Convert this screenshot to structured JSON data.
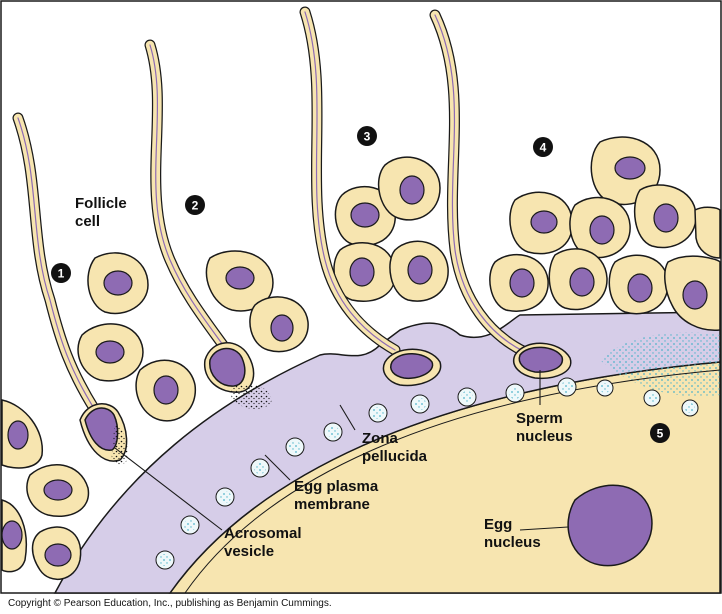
{
  "steps": [
    "1",
    "2",
    "3",
    "4",
    "5"
  ],
  "labels": {
    "follicle_cell": [
      "Follicle",
      "cell"
    ],
    "zona_pellucida": [
      "Zona",
      "pellucida"
    ],
    "egg_plasma_membrane": [
      "Egg plasma",
      "membrane"
    ],
    "acrosomal_vesicle": [
      "Acrosomal",
      "vesicle"
    ],
    "sperm_nucleus": [
      "Sperm",
      "nucleus"
    ],
    "egg_nucleus": [
      "Egg",
      "nucleus"
    ]
  },
  "copyright": "Copyright © Pearson Education, Inc., publishing as Benjamin Cummings.",
  "colors": {
    "egg": "#f7e5b0",
    "follicle": "#f7e5b0",
    "nucleus": "#8e6bb3",
    "zona": "#d6cde8",
    "granule": "#4fb3c9",
    "outline": "#1a1a1a"
  }
}
